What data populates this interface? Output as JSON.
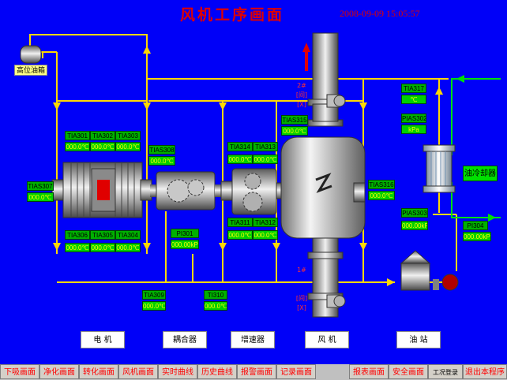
{
  "header": {
    "title": "风机工序画面",
    "datetime": "2008-09-09 15:05:57"
  },
  "tank": {
    "label": "高位油箱"
  },
  "cooler": {
    "label": "油冷却器"
  },
  "equipment": {
    "motor": "电  机",
    "coupling": "耦合器",
    "gearbox": "增速器",
    "fan": "风  机",
    "oil_station": "油  站"
  },
  "bearings": {
    "b2": {
      "num": "2#",
      "l1": "[间]",
      "l2": "[X]"
    },
    "b1": {
      "num": "1#",
      "l1": "[间]",
      "l2": "[X]"
    }
  },
  "instruments": [
    {
      "tag": "TIA301",
      "value": "000.0℃"
    },
    {
      "tag": "TIA302",
      "value": "000.0℃"
    },
    {
      "tag": "TIA303",
      "value": "000.0℃"
    },
    {
      "tag": "TIAS308",
      "value": "000.0℃"
    },
    {
      "tag": "TIAS307",
      "value": "000.0℃"
    },
    {
      "tag": "TIA306",
      "value": "000.0℃"
    },
    {
      "tag": "TIA305",
      "value": "000.0℃"
    },
    {
      "tag": "TIA304",
      "value": "000.0℃"
    },
    {
      "tag": "TIA314",
      "value": "000.0℃"
    },
    {
      "tag": "TIA313",
      "value": "000.0℃"
    },
    {
      "tag": "TIA311",
      "value": "000.0℃"
    },
    {
      "tag": "TIA312",
      "value": "000.0℃"
    },
    {
      "tag": "PI301",
      "value": "000.00kPa"
    },
    {
      "tag": "TIA309",
      "value": "000.0℃"
    },
    {
      "tag": "TI310",
      "value": "000.0℃"
    },
    {
      "tag": "TIAS315",
      "value": "000.0℃"
    },
    {
      "tag": "TIAS316",
      "value": "000.0℃"
    },
    {
      "tag": "TIA317",
      "value": "℃"
    },
    {
      "tag": "PIAS302",
      "value": "kPa"
    },
    {
      "tag": "PIAS303",
      "value": "000.00kPa"
    },
    {
      "tag": "PI304",
      "value": "000.00kPa"
    }
  ],
  "nav": [
    "下吸画面",
    "净化画面",
    "转化画面",
    "风机画面",
    "实时曲线",
    "历史曲线",
    "报警画面",
    "记录画面",
    "报表画面",
    "安全画面",
    "工况登录",
    "退出本程序"
  ]
}
